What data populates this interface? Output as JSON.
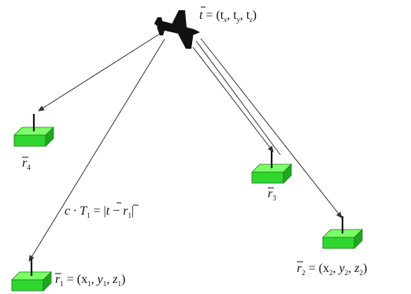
{
  "aircraft": {
    "label_vec": "t",
    "label_rest": " = (t",
    "label_parts": [
      "x",
      ", t",
      "y",
      ", t",
      "z",
      ")"
    ]
  },
  "receivers": [
    {
      "id": "r1",
      "name": "r",
      "index": "1",
      "equation": " = (x",
      "coords": [
        "1",
        ", y",
        "1",
        ", z",
        "1",
        ")"
      ]
    },
    {
      "id": "r2",
      "name": "r",
      "index": "2",
      "equation": " = (x",
      "coords": [
        "2",
        ", y",
        "2",
        ", z",
        "2",
        ")"
      ]
    },
    {
      "id": "r3",
      "name": "r",
      "index": "3"
    },
    {
      "id": "r4",
      "name": "r",
      "index": "4"
    }
  ],
  "range_equation": {
    "lhs_c": "c",
    "lhs_dot": " · T",
    "lhs_sub": "1",
    "rhs_open": " = |",
    "rhs_t": "t",
    "rhs_minus": " − ",
    "rhs_r": "r",
    "rhs_sub": "1",
    "rhs_close": "|"
  },
  "colors": {
    "box_top": "#7CFF66",
    "box_front": "#2FD62F",
    "box_side": "#1FA81F",
    "line": "#333333",
    "aircraft": "#111111"
  }
}
